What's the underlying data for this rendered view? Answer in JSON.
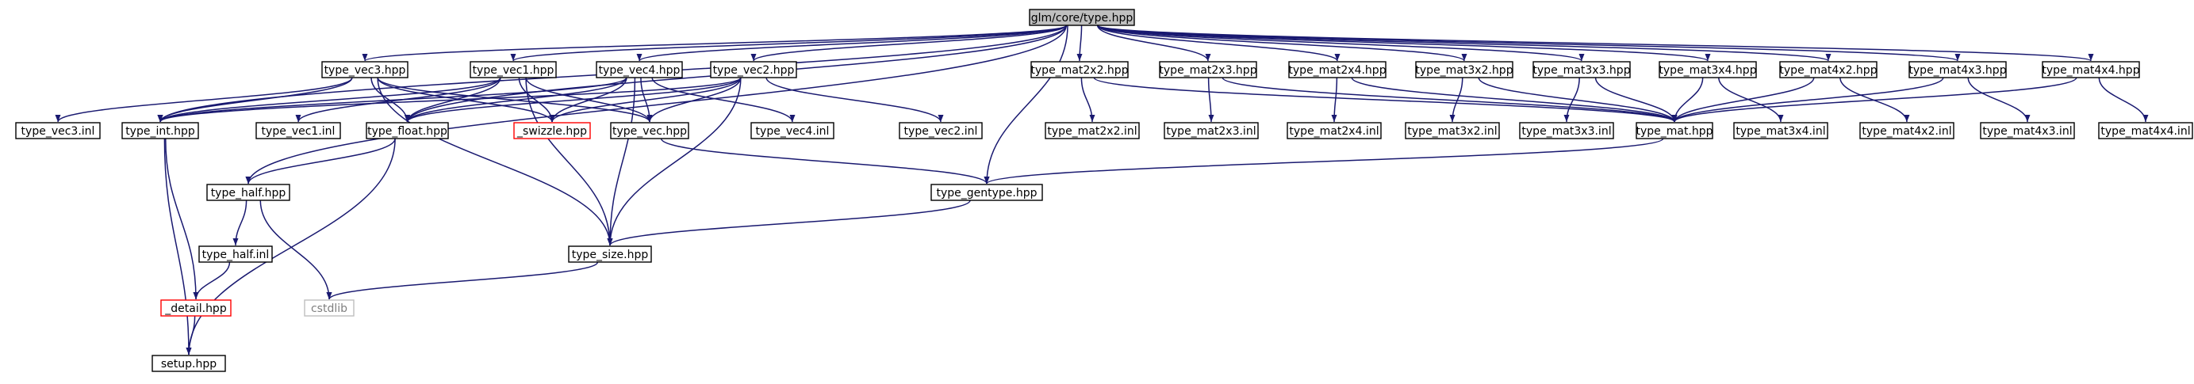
{
  "colors": {
    "edge": "#191970",
    "node_border": "#000000",
    "root_fill": "#bfbfbf",
    "truncated_border": "#ff0000",
    "external_border": "#bfbfbf",
    "external_text": "#7f7f7f",
    "text": "#000000"
  },
  "nodes": [
    {
      "id": "root",
      "label": "glm/core/type.hpp",
      "kind": "root"
    },
    {
      "id": "vec3",
      "label": "type_vec3.hpp"
    },
    {
      "id": "vec1",
      "label": "type_vec1.hpp"
    },
    {
      "id": "vec4",
      "label": "type_vec4.hpp"
    },
    {
      "id": "vec2",
      "label": "type_vec2.hpp"
    },
    {
      "id": "mat2x2",
      "label": "type_mat2x2.hpp"
    },
    {
      "id": "mat2x3",
      "label": "type_mat2x3.hpp"
    },
    {
      "id": "mat2x4",
      "label": "type_mat2x4.hpp"
    },
    {
      "id": "mat3x2",
      "label": "type_mat3x2.hpp"
    },
    {
      "id": "mat3x3",
      "label": "type_mat3x3.hpp"
    },
    {
      "id": "mat3x4",
      "label": "type_mat3x4.hpp"
    },
    {
      "id": "mat4x2",
      "label": "type_mat4x2.hpp"
    },
    {
      "id": "mat4x3",
      "label": "type_mat4x3.hpp"
    },
    {
      "id": "mat4x4",
      "label": "type_mat4x4.hpp"
    },
    {
      "id": "vec3inl",
      "label": "type_vec3.inl"
    },
    {
      "id": "int",
      "label": "type_int.hpp"
    },
    {
      "id": "vec1inl",
      "label": "type_vec1.inl"
    },
    {
      "id": "float",
      "label": "type_float.hpp"
    },
    {
      "id": "swizzle",
      "label": "_swizzle.hpp",
      "kind": "truncated"
    },
    {
      "id": "vec",
      "label": "type_vec.hpp"
    },
    {
      "id": "vec4inl",
      "label": "type_vec4.inl"
    },
    {
      "id": "vec2inl",
      "label": "type_vec2.inl"
    },
    {
      "id": "mat2x2inl",
      "label": "type_mat2x2.inl"
    },
    {
      "id": "mat2x3inl",
      "label": "type_mat2x3.inl"
    },
    {
      "id": "mat2x4inl",
      "label": "type_mat2x4.inl"
    },
    {
      "id": "mat3x2inl",
      "label": "type_mat3x2.inl"
    },
    {
      "id": "mat3x3inl",
      "label": "type_mat3x3.inl"
    },
    {
      "id": "mat",
      "label": "type_mat.hpp"
    },
    {
      "id": "mat3x4inl",
      "label": "type_mat3x4.inl"
    },
    {
      "id": "mat4x2inl",
      "label": "type_mat4x2.inl"
    },
    {
      "id": "mat4x3inl",
      "label": "type_mat4x3.inl"
    },
    {
      "id": "mat4x4inl",
      "label": "type_mat4x4.inl"
    },
    {
      "id": "half",
      "label": "type_half.hpp"
    },
    {
      "id": "gentype",
      "label": "type_gentype.hpp"
    },
    {
      "id": "halfinl",
      "label": "type_half.inl"
    },
    {
      "id": "size",
      "label": "type_size.hpp"
    },
    {
      "id": "detail",
      "label": "_detail.hpp",
      "kind": "truncated"
    },
    {
      "id": "cstdlib",
      "label": "cstdlib",
      "kind": "external"
    },
    {
      "id": "setup",
      "label": "setup.hpp"
    }
  ],
  "edges": [
    [
      "root",
      "vec3"
    ],
    [
      "root",
      "vec1"
    ],
    [
      "root",
      "vec4"
    ],
    [
      "root",
      "vec2"
    ],
    [
      "root",
      "mat2x2"
    ],
    [
      "root",
      "mat2x3"
    ],
    [
      "root",
      "mat2x4"
    ],
    [
      "root",
      "mat3x2"
    ],
    [
      "root",
      "mat3x3"
    ],
    [
      "root",
      "mat3x4"
    ],
    [
      "root",
      "mat4x2"
    ],
    [
      "root",
      "mat4x3"
    ],
    [
      "root",
      "mat4x4"
    ],
    [
      "root",
      "int"
    ],
    [
      "root",
      "float"
    ],
    [
      "root",
      "half"
    ],
    [
      "root",
      "gentype"
    ],
    [
      "vec3",
      "vec3inl"
    ],
    [
      "vec3",
      "int"
    ],
    [
      "vec3",
      "float"
    ],
    [
      "vec3",
      "swizzle"
    ],
    [
      "vec3",
      "vec"
    ],
    [
      "vec3",
      "size"
    ],
    [
      "vec1",
      "vec1inl"
    ],
    [
      "vec1",
      "int"
    ],
    [
      "vec1",
      "float"
    ],
    [
      "vec1",
      "swizzle"
    ],
    [
      "vec1",
      "vec"
    ],
    [
      "vec1",
      "size"
    ],
    [
      "vec4",
      "vec4inl"
    ],
    [
      "vec4",
      "int"
    ],
    [
      "vec4",
      "float"
    ],
    [
      "vec4",
      "swizzle"
    ],
    [
      "vec4",
      "vec"
    ],
    [
      "vec4",
      "size"
    ],
    [
      "vec2",
      "vec2inl"
    ],
    [
      "vec2",
      "int"
    ],
    [
      "vec2",
      "float"
    ],
    [
      "vec2",
      "swizzle"
    ],
    [
      "vec2",
      "vec"
    ],
    [
      "vec2",
      "size"
    ],
    [
      "mat2x2",
      "mat2x2inl"
    ],
    [
      "mat2x2",
      "mat"
    ],
    [
      "mat2x3",
      "mat2x3inl"
    ],
    [
      "mat2x3",
      "mat"
    ],
    [
      "mat2x4",
      "mat2x4inl"
    ],
    [
      "mat2x4",
      "mat"
    ],
    [
      "mat3x2",
      "mat3x2inl"
    ],
    [
      "mat3x2",
      "mat"
    ],
    [
      "mat3x3",
      "mat3x3inl"
    ],
    [
      "mat3x3",
      "mat"
    ],
    [
      "mat3x4",
      "mat3x4inl"
    ],
    [
      "mat3x4",
      "mat"
    ],
    [
      "mat4x2",
      "mat4x2inl"
    ],
    [
      "mat4x2",
      "mat"
    ],
    [
      "mat4x3",
      "mat4x3inl"
    ],
    [
      "mat4x3",
      "mat"
    ],
    [
      "mat4x4",
      "mat4x4inl"
    ],
    [
      "mat4x4",
      "mat"
    ],
    [
      "int",
      "detail"
    ],
    [
      "int",
      "setup"
    ],
    [
      "float",
      "half"
    ],
    [
      "float",
      "setup"
    ],
    [
      "vec",
      "gentype"
    ],
    [
      "mat",
      "gentype"
    ],
    [
      "gentype",
      "size"
    ],
    [
      "half",
      "halfinl"
    ],
    [
      "half",
      "cstdlib"
    ],
    [
      "halfinl",
      "detail"
    ],
    [
      "size",
      "cstdlib"
    ],
    [
      "detail",
      "setup"
    ]
  ]
}
